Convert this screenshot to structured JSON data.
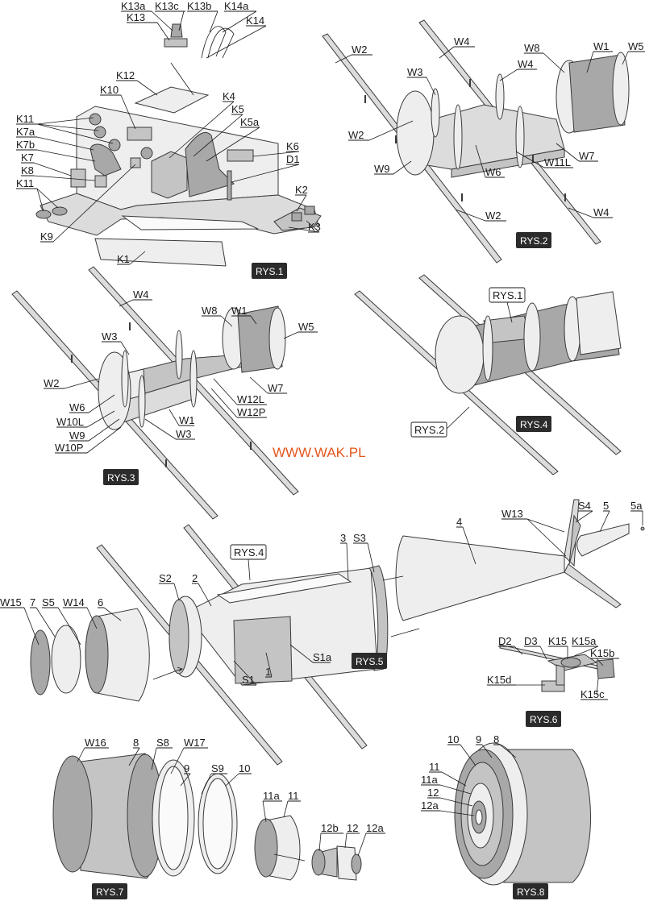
{
  "website": "WWW.WAK.PL",
  "panels": {
    "rys1": "RYS.1",
    "rys2": "RYS.2",
    "rys3": "RYS.3",
    "rys4": "RYS.4",
    "rys5": "RYS.5",
    "rys6": "RYS.6",
    "rys7": "RYS.7",
    "rys8": "RYS.8"
  },
  "refs": {
    "rys1_in_rys4": "RYS.1",
    "rys2_in_rys4": "RYS.2",
    "rys4_in_rys5": "RYS.4"
  },
  "labels": {
    "rys1": [
      "K13a",
      "K13c",
      "K13b",
      "K14a",
      "K13",
      "K14",
      "K12",
      "K10",
      "K4",
      "K5",
      "K5a",
      "K11",
      "K7a",
      "K7b",
      "K7",
      "K6",
      "D1",
      "K8",
      "K11",
      "K2",
      "K3",
      "K9",
      "K1"
    ],
    "rys2": [
      "W2",
      "W4",
      "W8",
      "W1",
      "W5",
      "W3",
      "W4",
      "W2",
      "W9",
      "W6",
      "W11L",
      "W7",
      "W2",
      "W4"
    ],
    "rys3": [
      "W4",
      "W8",
      "W1",
      "W5",
      "W3",
      "W2",
      "W6",
      "W12L",
      "W7",
      "W10L",
      "W12P",
      "W1",
      "W9",
      "W3",
      "W10P"
    ],
    "rys5": [
      "W13",
      "S4",
      "5",
      "5a",
      "4",
      "3",
      "S3",
      "RYS.4",
      "S2",
      "2",
      "W15",
      "7",
      "S5",
      "W14",
      "6",
      "S1a",
      "S1",
      "1"
    ],
    "rys6": [
      "D2",
      "D3",
      "K15",
      "K15a",
      "K15b",
      "K15d",
      "K15c"
    ],
    "rys7": [
      "W16",
      "8",
      "S8",
      "W17",
      "9",
      "S9",
      "10",
      "11a",
      "11",
      "12b",
      "12",
      "12a"
    ],
    "rys8": [
      "10",
      "9",
      "8",
      "11",
      "11a",
      "12",
      "12a"
    ]
  }
}
